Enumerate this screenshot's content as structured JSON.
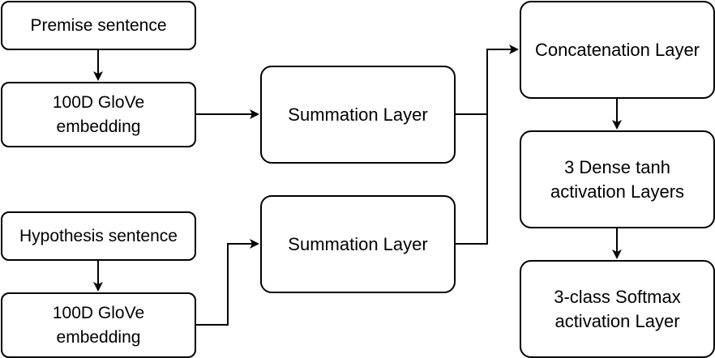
{
  "diagram": {
    "nodes": {
      "premise": "Premise sentence",
      "glove_premise": "100D GloVe\nembedding",
      "hypothesis": "Hypothesis sentence",
      "glove_hypothesis": "100D GloVe\nembedding",
      "sum_top": "Summation Layer",
      "sum_bottom": "Summation Layer",
      "concat": "Concatenation Layer",
      "dense": "3 Dense tanh\nactivation Layers",
      "softmax": "3-class Softmax\nactivation Layer"
    },
    "edges": [
      [
        "premise",
        "glove_premise"
      ],
      [
        "glove_premise",
        "sum_top"
      ],
      [
        "hypothesis",
        "glove_hypothesis"
      ],
      [
        "glove_hypothesis",
        "sum_bottom"
      ],
      [
        "sum_top",
        "concat"
      ],
      [
        "sum_bottom",
        "concat"
      ],
      [
        "concat",
        "dense"
      ],
      [
        "dense",
        "softmax"
      ]
    ]
  }
}
